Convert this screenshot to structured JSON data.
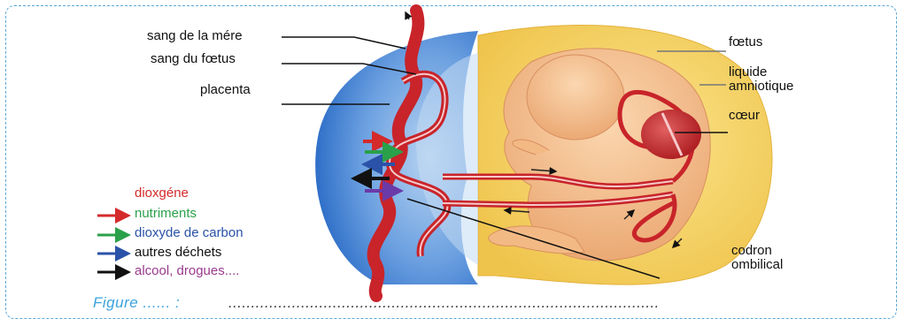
{
  "labels": {
    "mother_blood": "sang de la mére",
    "fetus_blood": "sang du fœtus",
    "placenta": "placenta",
    "fetus": "fœtus",
    "amniotic_fluid": "liquide\namniotique",
    "heart": "cœur",
    "umbilical_cord": "codron\nombilical"
  },
  "legend": [
    {
      "label": "dioxgéne",
      "color": "#d42a2a"
    },
    {
      "label": "nutriments",
      "color": "#2aa04a"
    },
    {
      "label": "dioxyde de carbon",
      "color": "#2a52a8"
    },
    {
      "label": "autres déchets",
      "color": "#111111"
    },
    {
      "label": "alcool, drogues....",
      "color": "#9a3a8e"
    }
  ],
  "caption": {
    "prefix": "Figure  ...... :",
    "fill": "..............................................................................................."
  },
  "colors": {
    "frame": "#5aa6d6",
    "placenta_blue": "#3b7fd1",
    "placenta_light": "#a8c8ec",
    "amniotic": "#f5d46a",
    "fetus_skin": "#f6c08e",
    "vessel_red": "#c8242a",
    "caption_blue": "#3aa3dc"
  }
}
